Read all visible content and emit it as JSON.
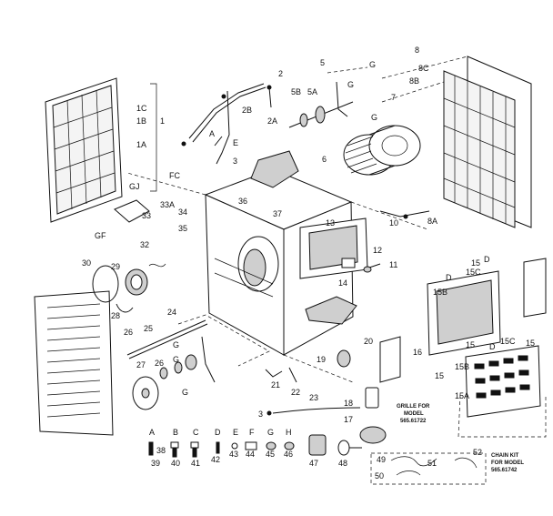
{
  "labels": {
    "l_1": "1",
    "l_1C": "1C",
    "l_1B": "1B",
    "l_1A": "1A",
    "l_2": "2",
    "l_2A": "2A",
    "l_2B": "2B",
    "l_A_top": "A",
    "l_3": "3",
    "l_E": "E",
    "l_5": "5",
    "l_5A": "5A",
    "l_5B": "5B",
    "l_G1": "G",
    "l_G2": "G",
    "l_G3": "G",
    "l_6": "6",
    "l_7": "7",
    "l_8": "8",
    "l_8A": "8A",
    "l_8B": "8B",
    "l_8C": "8C",
    "l_10": "10",
    "l_11": "11",
    "l_12": "12",
    "l_13": "13",
    "l_14": "14",
    "l_FC": "FC",
    "l_GJ": "GJ",
    "l_33A": "33A",
    "l_33": "33",
    "l_34": "34",
    "l_35": "35",
    "l_36": "36",
    "l_37": "37",
    "l_GF": "GF",
    "l_32": "32",
    "l_30": "30",
    "l_29": "29",
    "l_28": "28",
    "l_26a": "26",
    "l_25": "25",
    "l_24": "24",
    "l_G4": "G",
    "l_27": "27",
    "l_26b": "26",
    "l_G5": "G",
    "l_G6": "G",
    "l_19": "19",
    "l_20": "20",
    "l_16": "16",
    "l_21": "21",
    "l_22": "22",
    "l_23": "23",
    "l_3b": "3",
    "l_18": "18",
    "l_17": "17",
    "l_15a": "15",
    "l_15B": "15B",
    "l_15C": "15C",
    "l_D1": "D",
    "l_D2": "D",
    "l_15b": "15",
    "l_15c": "15",
    "l_15d": "15",
    "l_15C2": "15C",
    "l_15D2": "D",
    "l_15A": "15A",
    "l_15B2": "15B",
    "l_A": "A",
    "l_B": "B",
    "l_C": "C",
    "l_D": "D",
    "l_E2": "E",
    "l_F": "F",
    "l_G7": "G",
    "l_H": "H",
    "l_38": "38",
    "l_39": "39",
    "l_40": "40",
    "l_41": "41",
    "l_42": "42",
    "l_43": "43",
    "l_44": "44",
    "l_45": "45",
    "l_46": "46",
    "l_47": "47",
    "l_48": "48",
    "l_49": "49",
    "l_50": "50",
    "l_51": "51",
    "l_52": "52"
  },
  "notes": {
    "grille_line1": "GRILLE FOR",
    "grille_line2": "MODEL",
    "grille_line3": "565.61722",
    "chain_line1": "CHAIN KIT",
    "chain_line2": "FOR MODEL",
    "chain_line3": "565.61742"
  }
}
